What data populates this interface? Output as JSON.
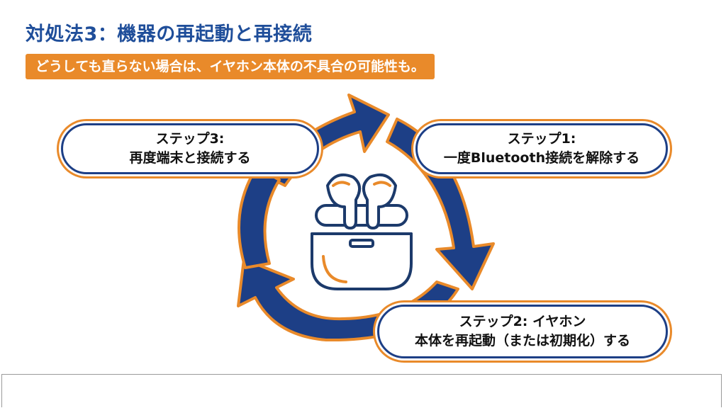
{
  "header": {
    "title": "対処法3：機器の再起動と再接続",
    "subtitle": "どうしても直らない場合は、イヤホン本体の不具合の可能性も。"
  },
  "steps": {
    "step1": {
      "line1": "ステップ1:",
      "line2": "一度Bluetooth接続を解除する"
    },
    "step2": {
      "line1": "ステップ2: イヤホン",
      "line2": "本体を再起動（または初期化）する"
    },
    "step3": {
      "line1": "ステップ3:",
      "line2": "再度端末と接続する"
    }
  },
  "center_icon": "earbuds-case-icon",
  "colors": {
    "title": "#1f4e9a",
    "banner": "#e98a2a",
    "arrow_fill": "#1d3f86",
    "arrow_outline": "#e98a2a",
    "icon_stroke": "#1c3a6b",
    "icon_accent": "#e98a2a"
  }
}
